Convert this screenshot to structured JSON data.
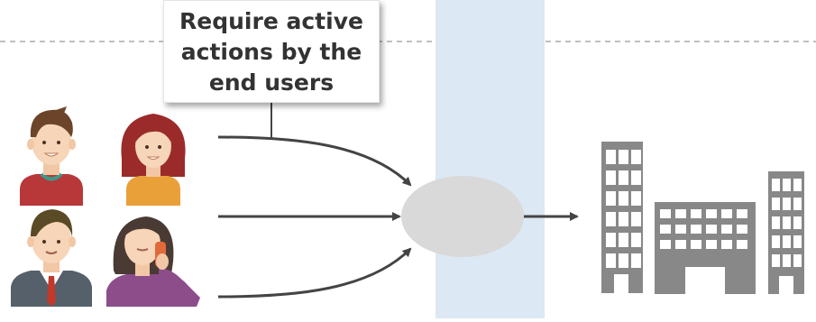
{
  "callout": {
    "line1": "Require active",
    "line2": "actions by the",
    "line3": "end users"
  },
  "colors": {
    "band": "#dce8f4",
    "arrow": "#444444",
    "ellipse": "#d9d9d9",
    "building": "#888888",
    "dashed_line": "#aaaaaa"
  },
  "icons": {
    "users": [
      "man-casual-icon",
      "woman-casual-icon",
      "businessman-icon",
      "woman-phone-icon"
    ],
    "buildings": [
      "tall-building-icon",
      "office-building-icon",
      "narrow-building-icon"
    ]
  }
}
